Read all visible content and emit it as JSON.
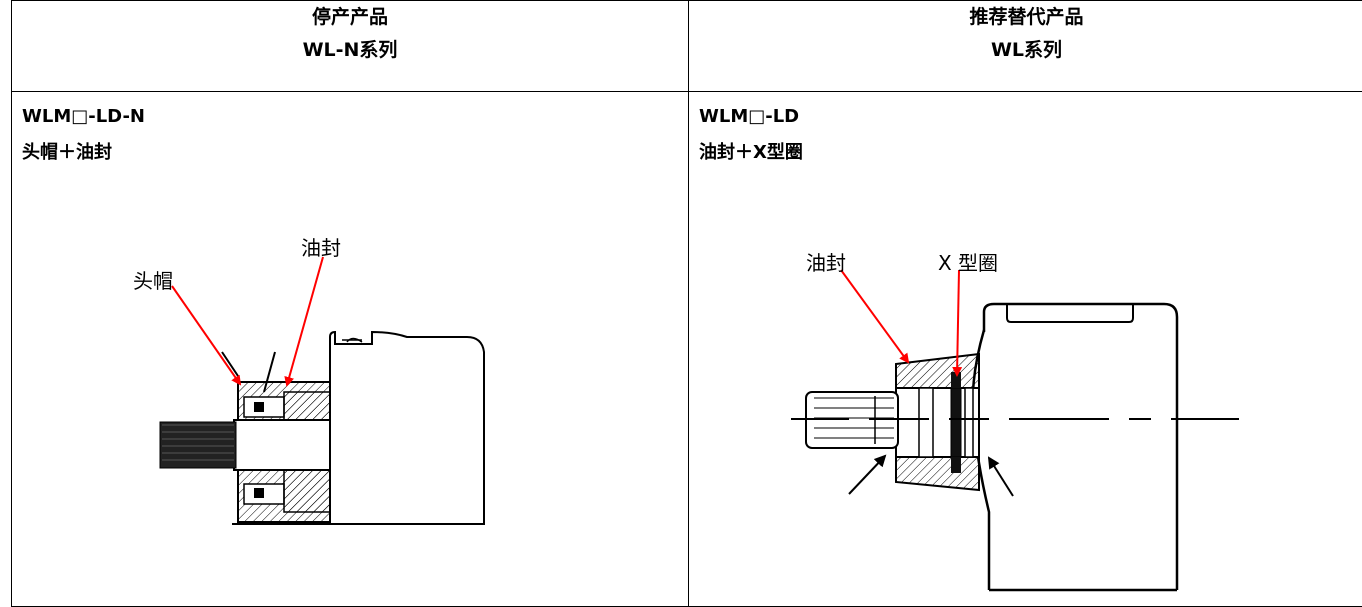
{
  "table": {
    "headers": [
      {
        "title": "停产产品",
        "series": "WL-N系列"
      },
      {
        "title": "推荐替代产品",
        "series": "WL系列"
      }
    ],
    "left": {
      "model": "WLM□-LD-N",
      "desc": "头帽＋油封",
      "labels": {
        "cap": "头帽",
        "seal": "油封"
      }
    },
    "right": {
      "model": "WLM□-LD",
      "desc": "油封＋X型圈",
      "labels": {
        "seal": "油封",
        "xring": "X 型圈"
      }
    }
  },
  "colors": {
    "arrow": "#ff0000",
    "hatch": "#000000"
  }
}
